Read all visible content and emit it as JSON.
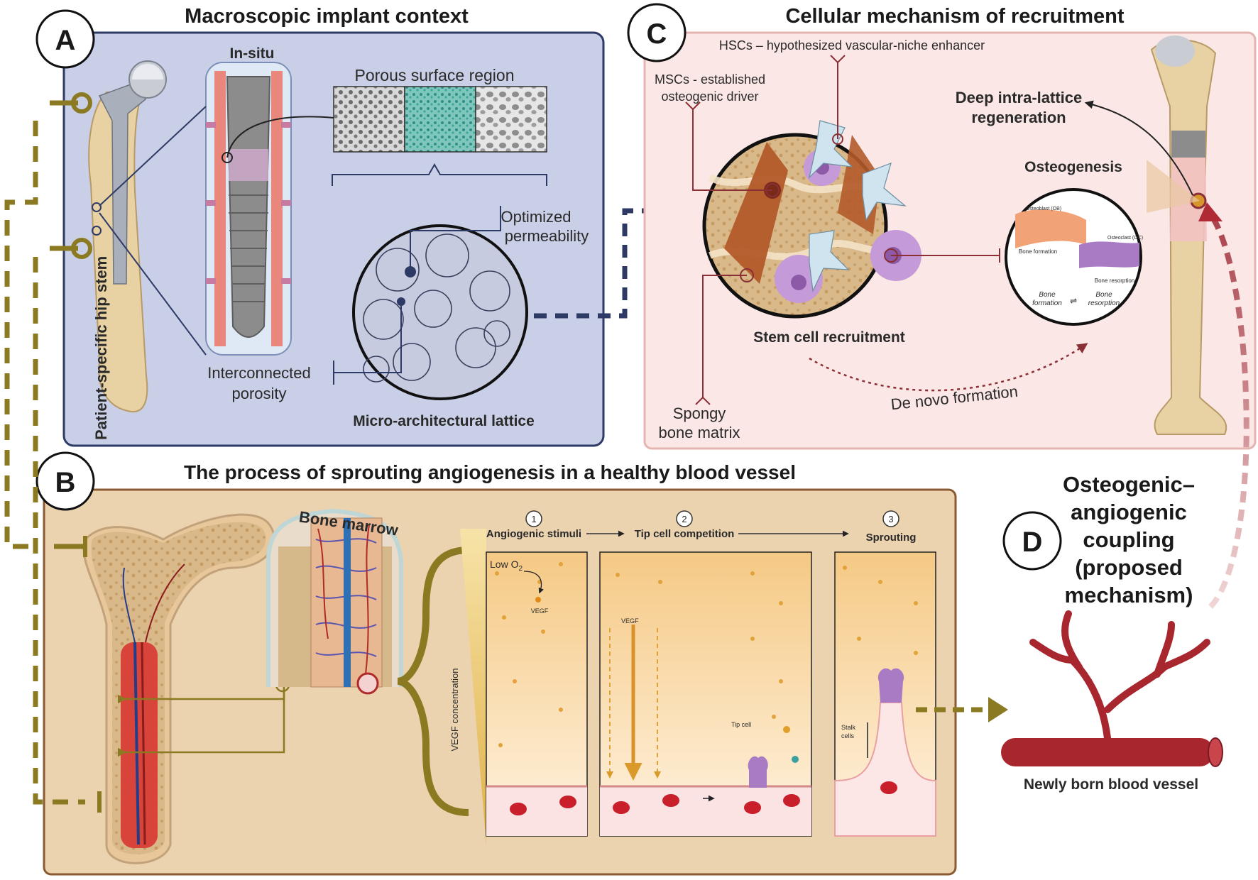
{
  "panels": {
    "a": {
      "letter": "A",
      "title": "Macroscopic implant context",
      "labels": {
        "in_situ": "In-situ",
        "porous_surface": "Porous surface region",
        "optimized": "Optimized",
        "permeability": "permeability",
        "interconnected": "Interconnected",
        "porosity": "porosity",
        "lattice": "Micro-architectural lattice",
        "hip_stem": "Patient-specific hip stem"
      }
    },
    "b": {
      "letter": "B",
      "title": "The process of sprouting angiogenesis in a healthy blood vessel",
      "labels": {
        "bone_marrow": "Bone marrow",
        "vegf_conc": "VEGF concentration",
        "step1_num": "1",
        "step2_num": "2",
        "step3_num": "3",
        "step1": "Angiogenic stimuli",
        "step2": "Tip cell competition",
        "step3": "Sprouting",
        "low_o2": "Low O",
        "low_o2_sub": "2",
        "vegf1": "VEGF",
        "vegf2": "VEGF",
        "tip_cell": "Tip cell",
        "stalk_1": "Stalk",
        "stalk_2": "cells"
      }
    },
    "c": {
      "letter": "C",
      "title": "Cellular mechanism of recruitment",
      "labels": {
        "hscs": "HSCs – hypothesized vascular-niche enhancer",
        "mscs_1": "MSCs - established",
        "mscs_2": "osteogenic driver",
        "deep_1": "Deep intra-lattice",
        "deep_2": "regeneration",
        "osteogenesis": "Osteogenesis",
        "stem_recruit": "Stem cell recruitment",
        "spongy_1": "Spongy",
        "spongy_2": "bone matrix",
        "de_novo": "De novo formation",
        "osteoblast": "Osteoblast (OB)",
        "osteoclast": "Osteoclast (OC)",
        "bone_formation": "Bone formation",
        "bone_resorption": "Bone resorption",
        "bf_1": "Bone",
        "bf_2": "formation",
        "br_1": "Bone",
        "br_2": "resorption"
      }
    },
    "d": {
      "letter": "D",
      "title_lines": [
        "Osteogenic–",
        "angiogenic",
        "coupling",
        "(proposed",
        "mechanism)"
      ],
      "vessel_label": "Newly born blood vessel"
    }
  },
  "colors": {
    "panel_a_bg": "#c9cfe6",
    "panel_a_border": "#2e3a66",
    "panel_b_bg": "#ecd3b0",
    "panel_b_border": "#8a5a32",
    "panel_c_bg": "#fbe7e5",
    "panel_c_border": "#e4b4b1",
    "olive": "#8c7a22",
    "navy": "#2e3a66",
    "maroon": "#8a2f35",
    "bone": "#e8d2a4",
    "vessel_red": "#a8262e",
    "stem_purple": "#c59ad8",
    "cell_blue": "#cfe4ef",
    "cell_brown": "#b35a2a"
  }
}
